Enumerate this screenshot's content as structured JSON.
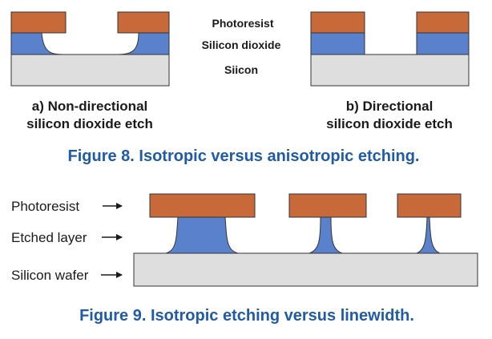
{
  "colors": {
    "photoresist": "#c8693a",
    "oxide": "#5a82cc",
    "silicon": "#dedede",
    "title_blue": "#1f5ba8",
    "outline": "#333333"
  },
  "figure8": {
    "title": "Figure 8.  Isotropic versus anisotropic etching.",
    "labels": {
      "photoresist": "Photoresist",
      "silicon_dioxide": "Silicon dioxide",
      "silicon": "Siicon"
    },
    "panel_a": {
      "caption_line1": "a) Non-directional",
      "caption_line2": "silicon dioxide etch"
    },
    "panel_b": {
      "caption_line1": "b) Directional",
      "caption_line2": "silicon dioxide etch"
    }
  },
  "figure9": {
    "title": "Figure 9.  Isotropic etching versus linewidth.",
    "labels": {
      "photoresist": "Photoresist",
      "etched_layer": "Etched layer",
      "silicon_wafer": "Silicon wafer"
    }
  }
}
